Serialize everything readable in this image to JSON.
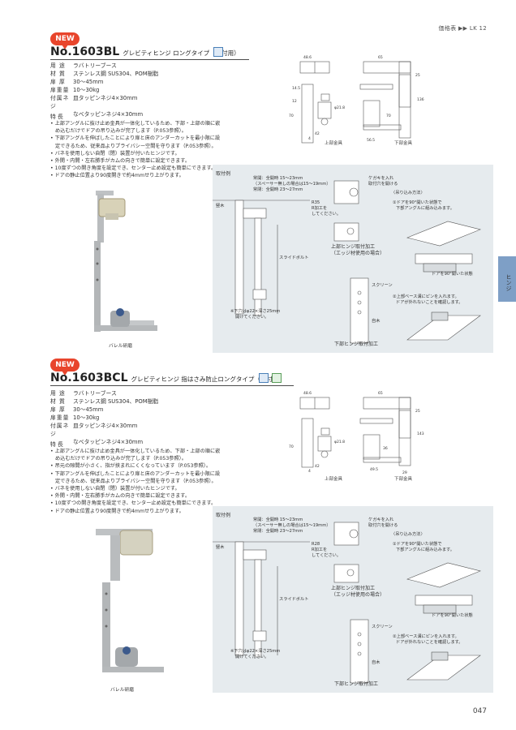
{
  "header": {
    "breadcrumb": "価格表 ▶▶ LK 12"
  },
  "side_tab": {
    "label": "ヒンジ"
  },
  "page_number": "047",
  "products": [
    {
      "badge": "NEW",
      "model": "No.1603BL",
      "subtitle": "グレビティヒンジ ロングタイプ（枠付用）",
      "specs": [
        {
          "key": "用 途",
          "value": "ラバトリーブース"
        },
        {
          "key": "材 質",
          "value": "ステンレス鋼 SUS304、POM樹脂"
        },
        {
          "key": "扉 厚",
          "value": "30～45mm"
        },
        {
          "key": "扉重量",
          "value": "10～30kg"
        },
        {
          "key": "付属ネジ",
          "value": "皿タッピンネジ4×30mm"
        },
        {
          "key": "",
          "value": "なべタッピンネジ4×30mm"
        }
      ],
      "features_title": "特 長",
      "features": [
        "• 上部アングルに抜け止め金具が一体化しているため、下部・上部の順に嵌め込むだけでドアの吊り込みが完了します（P.053参照）。",
        "• 下部アングルを伸ばしたことにより扉と床のアンダーカットを最小限に設定できるため、従来品よりプライバシー空間を守ります（P.053参照）。",
        "• バネを使用しない自閉（閉）装置が付いたヒンジです。",
        "• 外開・内開・左右勝手がカムの向きで簡単に設定できます。",
        "• 10度ずつの開き角度を設定でき、センター止め設定も簡単にできます。",
        "• ドアの静止位置より90度開きで約4mmせり上がります。"
      ],
      "photo_caption": "バレル研磨",
      "upper_label": "上部金具",
      "lower_label": "下部金具",
      "example": {
        "title": "取付例",
        "note1": "常開：全開時 15～23mm",
        "note2": "（スペーサー無しの場合は15～19mm）",
        "note3": "常閉：全開時 23～27mm",
        "frame": "竪木",
        "slide_bolt": "スライドボルト",
        "hole_note": "※下穴はφ22×深さ25mm",
        "hole_note2": "開けてください。",
        "r_label": "R35",
        "r_note": "R加工を",
        "r_note2": "してください。",
        "keki1": "ケガキを入れ",
        "keki2": "取付穴を開ける",
        "upper_work": "上部ヒンジ取付加工",
        "upper_work2": "（エッジ材使用の場合）",
        "screen": "スクリーン",
        "lower_work": "下部ヒンジ取付加工",
        "wood": "自木",
        "hang_title": "〈吊り込み方法〉",
        "step1": "①ドアを90°開いた状態で",
        "step1b": "下部アングルに組み込みます。",
        "step1c": "ドアを90°開いた状態",
        "step2": "②上部ベース溝にピンを入れます。",
        "step2b": "ドアが外れないことを確認します。"
      }
    },
    {
      "badge": "NEW",
      "model": "No.1603BCL",
      "subtitle": "グレビティヒンジ 指はさみ防止ロングタイプ（枠付用）",
      "specs": [
        {
          "key": "用 途",
          "value": "ラバトリーブース"
        },
        {
          "key": "材 質",
          "value": "ステンレス鋼 SUS304、POM樹脂"
        },
        {
          "key": "扉 厚",
          "value": "30～45mm"
        },
        {
          "key": "扉重量",
          "value": "10～30kg"
        },
        {
          "key": "付属ネジ",
          "value": "皿タッピンネジ4×30mm"
        },
        {
          "key": "",
          "value": "なべタッピンネジ4×30mm"
        }
      ],
      "features_title": "特 長",
      "features": [
        "• 上部アングルに抜け止め金具が一体化しているため、下部・上部の順に嵌め込むだけでドアの吊り込みが完了します（P.053参照）。",
        "• 吊元の隙間が小さく、指が挟まれにくくなっています（P.053参照）。",
        "• 下部アングルを伸ばしたことにより扉と床のアンダーカットを最小限に設定できるため、従来品よりプライバシー空間を守ります（P.053参照）。",
        "• バネを使用しない自閉（閉）装置が付いたヒンジです。",
        "• 外開・内開・左右勝手がカムの向きで簡単に設定できます。",
        "• 10度ずつの開き角度を設定でき、センター止め設定も簡単にできます。",
        "• ドアの静止位置より90度開きで約4mmせり上がります。"
      ],
      "photo_caption": "バレル研磨",
      "upper_label": "上部金具",
      "lower_label": "下部金具",
      "example": {
        "title": "取付例",
        "note1": "常開：全開時 15～23mm",
        "note2": "（スペーサー無しの場合は15～19mm）",
        "note3": "常閉：全開時 23～27mm",
        "frame": "竪木",
        "slide_bolt": "スライドボルト",
        "hole_note": "※下穴はφ22×深さ25mm",
        "hole_note2": "開けてください。",
        "r_label": "R28",
        "r_note": "R加工を",
        "r_note2": "してください。",
        "keki1": "ケガキを入れ",
        "keki2": "取付穴を開ける",
        "upper_work": "上部ヒンジ取付加工",
        "upper_work2": "（エッジ材使用の場合）",
        "screen": "スクリーン",
        "lower_work": "下部ヒンジ取付加工",
        "wood": "自木",
        "hang_title": "〈吊り込み方法〉",
        "step1": "①ドアを90°開いた状態で",
        "step1b": "下部アングルに組み込みます。",
        "step1c": "ドアを90°開いた状態",
        "step2": "②上部ベース溝にピンを入れます。",
        "step2b": "ドアが外れないことを確認します。"
      }
    }
  ],
  "dims_top": [
    "48.6",
    "65",
    "25",
    "14.5",
    "12",
    "φ21.8",
    "70",
    "42",
    "56.5",
    "136",
    "70",
    "4"
  ],
  "dims_bottom": [
    "48.6",
    "65",
    "25",
    "φ21.8",
    "70",
    "42",
    "36",
    "49.5",
    "143",
    "29",
    "4"
  ]
}
